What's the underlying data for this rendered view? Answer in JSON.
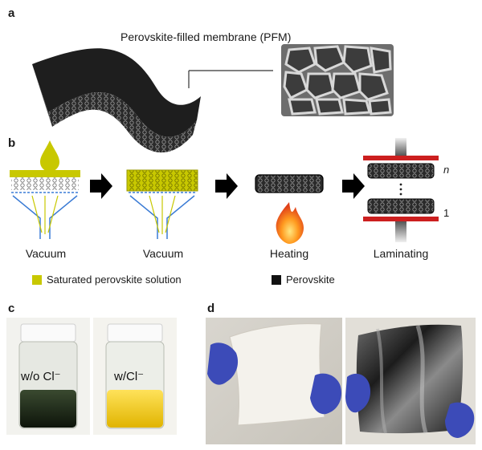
{
  "panels": {
    "a": {
      "letter": "a",
      "membrane_label": "Perovskite-filled membrane (PFM)"
    },
    "b": {
      "letter": "b",
      "steps": [
        "Vacuum",
        "Vacuum",
        "Heating",
        "Laminating"
      ],
      "stack_top": "n",
      "stack_bottom": "1",
      "legend": [
        {
          "label": "Saturated perovskite solution",
          "color": "#c8c800"
        },
        {
          "label": "Perovskite",
          "color": "#111111"
        }
      ]
    },
    "c": {
      "letter": "c",
      "vial_left_label": "w/o Cl⁻",
      "vial_right_label": "w/Cl⁻"
    },
    "d": {
      "letter": "d"
    }
  },
  "colors": {
    "solution": "#c8c800",
    "perovskite": "#111111",
    "funnel": "#3a7bd5",
    "press_red": "#cc1f1f",
    "arrow": "#000000"
  }
}
